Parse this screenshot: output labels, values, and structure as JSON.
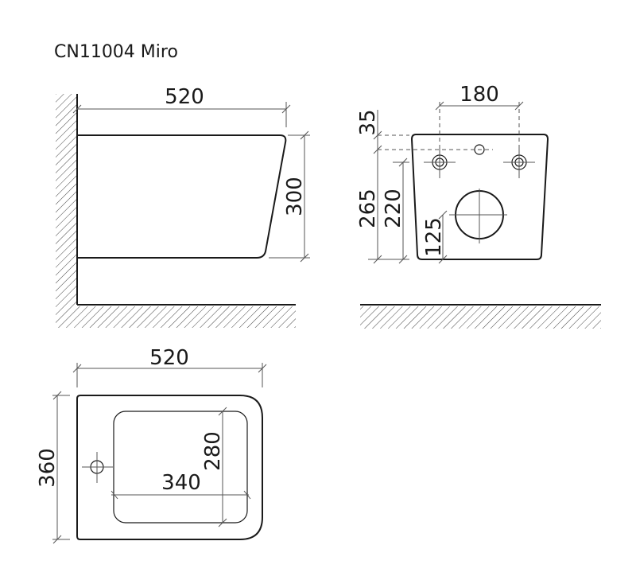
{
  "title": "CN11004 Miro",
  "side_view": {
    "width_label": "520",
    "height_label": "300"
  },
  "front_view": {
    "holes_spacing_label": "180",
    "top_offset_label": "35",
    "holes_height_label": "265",
    "bolt_height_label": "220",
    "outlet_height_label": "125"
  },
  "top_view": {
    "length_label": "520",
    "width_label": "360",
    "bowl_depth_label": "280",
    "bowl_length_label": "340"
  },
  "colors": {
    "line": "#1a1a1a",
    "dimension": "#555555"
  }
}
